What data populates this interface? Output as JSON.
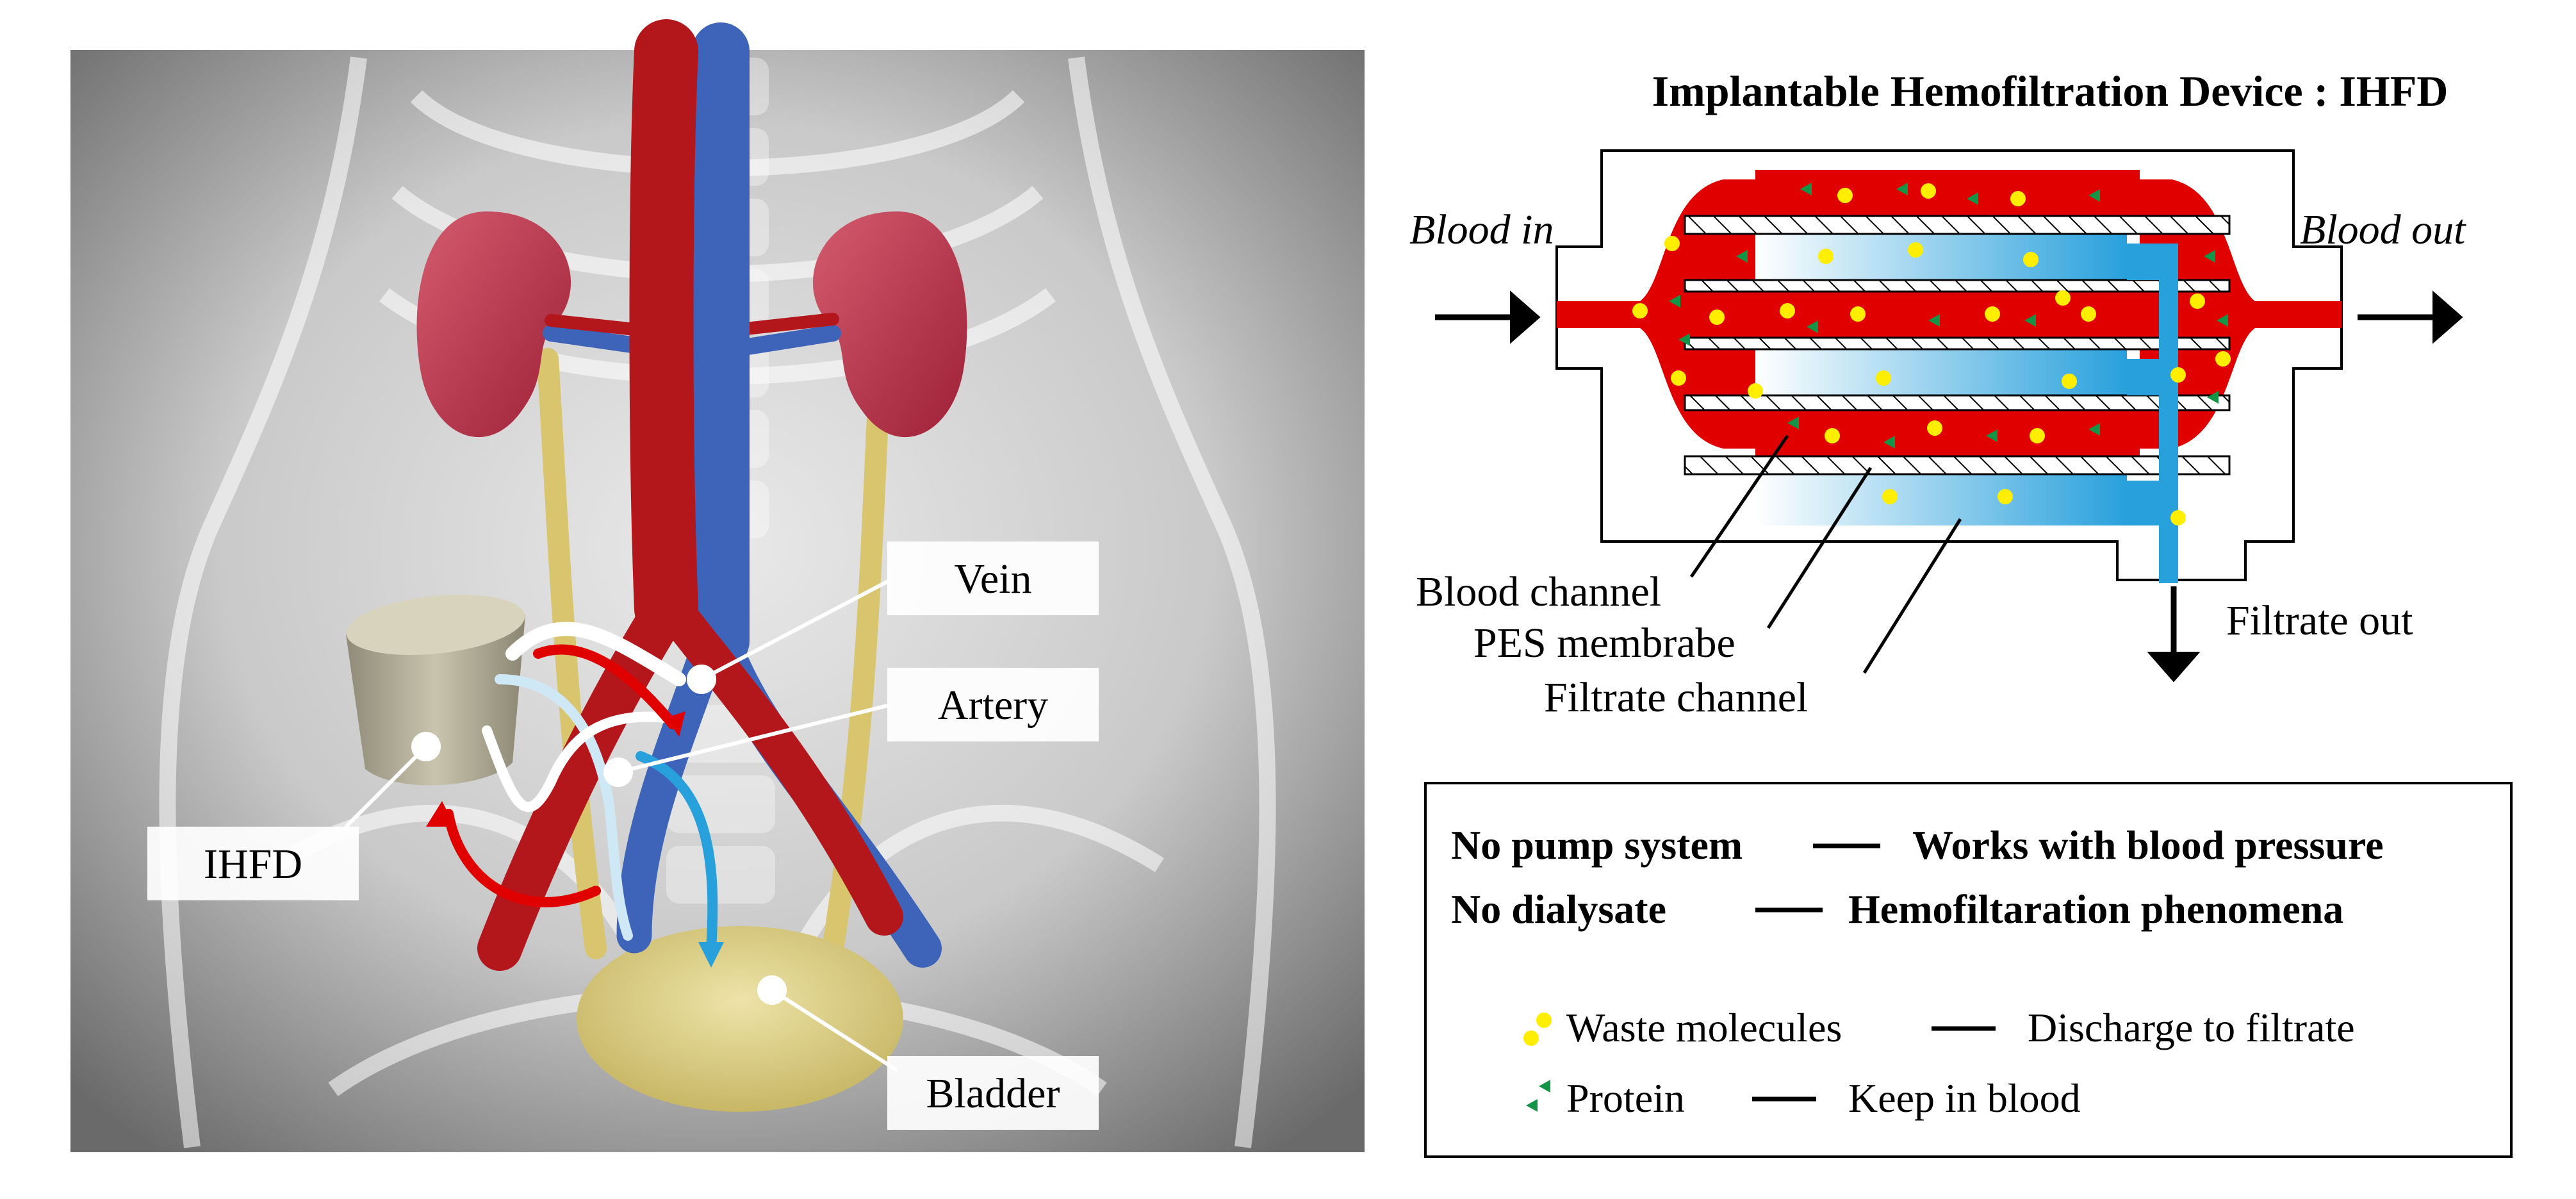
{
  "anatomy": {
    "labels": {
      "vein": "Vein",
      "artery": "Artery",
      "ihfd": "IHFD",
      "bladder": "Bladder"
    }
  },
  "device": {
    "title": "Implantable Hemofiltration Device : IHFD",
    "blood_in": "Blood in",
    "blood_out": "Blood out",
    "filtrate_out": "Filtrate out",
    "callouts": {
      "blood_channel": "Blood channel",
      "membrane": "PES membrabe",
      "filtrate_channel": "Filtrate channel"
    }
  },
  "summary": {
    "rows": [
      {
        "left": "No pump system",
        "dash": "—",
        "right": "Works with blood pressure"
      },
      {
        "left": "No dialysate",
        "dash": "—",
        "right": "Hemofiltaration phenomena"
      }
    ],
    "legend": [
      {
        "label": "Waste molecules",
        "dash": "—",
        "effect": "Discharge to filtrate",
        "icon": "yellow-dots-icon"
      },
      {
        "label": "Protein",
        "dash": "—",
        "effect": "Keep in blood",
        "icon": "green-triangles-icon"
      }
    ]
  },
  "colors": {
    "blood": "#e00000",
    "artery": "#b3161b",
    "vein": "#3d64b8",
    "filtrate": "#28a0dc",
    "waste": "#ffee00",
    "protein": "#139447"
  }
}
